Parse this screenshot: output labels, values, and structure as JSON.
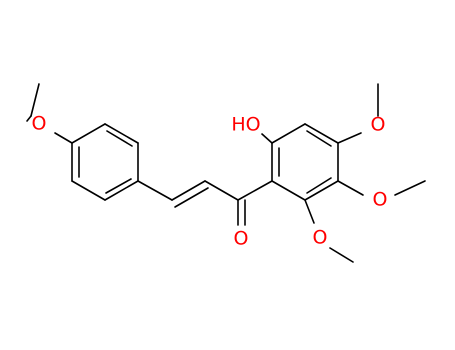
{
  "colors": {
    "bond": "#000000",
    "oxygen": "#ff0000",
    "background": "#ffffff"
  },
  "atoms": {
    "o_methoxy_left": "O",
    "o_hydroxyl": "HO",
    "o_methoxy_top_right": "O",
    "o_methoxy_mid_right": "O",
    "o_methoxy_bottom": "O",
    "o_carbonyl": "O"
  }
}
